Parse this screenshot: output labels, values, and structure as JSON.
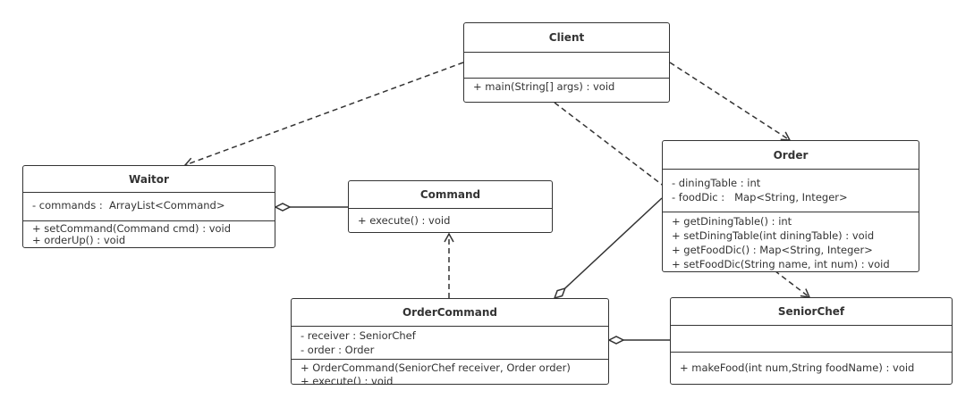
{
  "classes": {
    "client": {
      "name": "Client",
      "attributes": [],
      "methods": [
        "+ main(String[] args) : void"
      ]
    },
    "waitor": {
      "name": "Waitor",
      "attributes": [
        "- commands :  ArrayList<Command>"
      ],
      "methods": [
        "+ setCommand(Command cmd) : void",
        "+ orderUp() : void"
      ]
    },
    "command": {
      "name": "Command",
      "methods": [
        "+ execute() : void"
      ]
    },
    "order": {
      "name": "Order",
      "attributes": [
        "- diningTable : int",
        "- foodDic :   Map<String, Integer>"
      ],
      "methods": [
        "+ getDiningTable() : int",
        "+ setDiningTable(int diningTable) : void",
        "+ getFoodDic() : Map<String, Integer>",
        "+ setFoodDic(String name, int num) : void"
      ]
    },
    "orderCommand": {
      "name": "OrderCommand",
      "attributes": [
        "- receiver : SeniorChef",
        "- order : Order"
      ],
      "methods": [
        "+ OrderCommand(SeniorChef receiver, Order order)",
        "+ execute() : void"
      ]
    },
    "seniorChef": {
      "name": "SeniorChef",
      "attributes": [],
      "methods": [
        "+ makeFood(int num,String foodName) : void"
      ]
    }
  },
  "relations": [
    {
      "from": "Client",
      "to": "Waitor",
      "type": "dependency"
    },
    {
      "from": "Client",
      "to": "Order",
      "type": "dependency"
    },
    {
      "from": "Client",
      "to": "SeniorChef",
      "type": "dependency"
    },
    {
      "from": "Waitor",
      "to": "Command",
      "type": "aggregation"
    },
    {
      "from": "OrderCommand",
      "to": "Command",
      "type": "realization"
    },
    {
      "from": "OrderCommand",
      "to": "Order",
      "type": "aggregation"
    },
    {
      "from": "OrderCommand",
      "to": "SeniorChef",
      "type": "aggregation"
    }
  ]
}
